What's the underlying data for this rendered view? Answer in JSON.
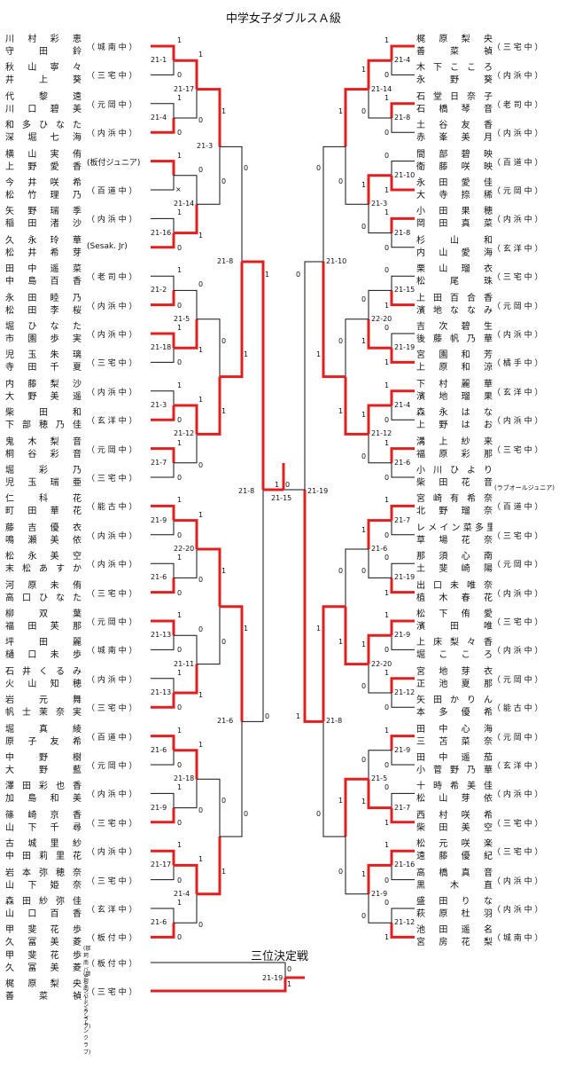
{
  "title": "中学女子ダブルスＡ級",
  "third_place_title": "三位決定戦",
  "left_entries": [
    {
      "names": [
        "川 村 彩 恵",
        "守 田 鈴"
      ],
      "team": "（ 城 南 中 ）"
    },
    {
      "names": [
        "秋 山 寧 々",
        "井 上 葵"
      ],
      "team": "（ 三 宅 中 ）"
    },
    {
      "names": [
        "代 黎 遠",
        "川 口 碧 美"
      ],
      "team": "（ 元 岡 中 ）"
    },
    {
      "names": [
        "和 多 ひ な た",
        "深 堀 七 海"
      ],
      "team": "（ 内 浜 中 ）"
    },
    {
      "names": [
        "横 山 実 侑",
        "上 野 愛 香"
      ],
      "team": "(板付ジュニア)"
    },
    {
      "names": [
        "今 井 咲 希",
        "松 竹 理 乃"
      ],
      "team": "（ 百 道 中 ）"
    },
    {
      "names": [
        "矢 野 瑞 季",
        "稲 田 渚 沙"
      ],
      "team": "（ 内 浜 中 ）"
    },
    {
      "names": [
        "久 永 玲 華",
        "松 井 希 芽"
      ],
      "team": "(Sesak. Jr)"
    },
    {
      "names": [
        "田 中 遥 菜",
        "中 島 百 香"
      ],
      "team": "（ 老 司 中 ）"
    },
    {
      "names": [
        "永 田 睦 乃",
        "松 田 李 桜"
      ],
      "team": "（ 内 浜 中 ）"
    },
    {
      "names": [
        "堀 ひ な た",
        "市 園 歩 実"
      ],
      "team": "（ 内 浜 中 ）"
    },
    {
      "names": [
        "児 玉 朱 璃",
        "寺 田 千 夏"
      ],
      "team": "（ 三 宅 中 ）"
    },
    {
      "names": [
        "内 藤 梨 沙",
        "大 野 美 遥"
      ],
      "team": "（ 内 浜 中 ）"
    },
    {
      "names": [
        "柴 田 和",
        "下 部 穂 乃 佳"
      ],
      "team": "（ 玄 洋 中 ）"
    },
    {
      "names": [
        "鬼 木 梨 音",
        "桐 谷 彩 音"
      ],
      "team": "（ 元 岡 中 ）"
    },
    {
      "names": [
        "堀 彩 乃",
        "児 玉 瑞 亜"
      ],
      "team": "（ 三 宅 中 ）"
    },
    {
      "names": [
        "仁 科 花",
        "町 田 華 花"
      ],
      "team": "（ 能 古 中 ）"
    },
    {
      "names": [
        "藤 吉 優 衣",
        "鳴 瀬 美 依"
      ],
      "team": "（ 内 浜 中 ）"
    },
    {
      "names": [
        "松 永 美 空",
        "末 松 あ す か"
      ],
      "team": "（ 内 浜 中 ）"
    },
    {
      "names": [
        "河 原 未 侑",
        "高 口 ひ な た"
      ],
      "team": "（ 三 宅 中 ）"
    },
    {
      "names": [
        "柳 双 葉",
        "福 田 芙 那"
      ],
      "team": "（ 元 岡 中 ）"
    },
    {
      "names": [
        "坪 田 麗",
        "樋 口 未 歩"
      ],
      "team": "（ 城 南 中 ）"
    },
    {
      "names": [
        "石 井 く る み",
        "火 山 知 穂"
      ],
      "team": "（ 内 浜 中 ）"
    },
    {
      "names": [
        "岩 元 舞",
        "帆 士 茉 奈 実"
      ],
      "team": "（ 三 宅 中 ）"
    },
    {
      "names": [
        "堀 真 綾",
        "原 子 友 希"
      ],
      "team": "（ 百 道 中 ）"
    },
    {
      "names": [
        "中 野 樹",
        "大 野 藍"
      ],
      "team": "（ 元 岡 中 ）"
    },
    {
      "names": [
        "澤 田 彩 也 香",
        "加 島 和 美"
      ],
      "team": "（ 内 浜 中 ）"
    },
    {
      "names": [
        "篠 崎 京 香",
        "山 下 千 尋"
      ],
      "team": "（ 三 宅 中 ）"
    },
    {
      "names": [
        "古 城 里 紗",
        "中 田 莉 里 花"
      ],
      "team": "（ 内 浜 中 ）"
    },
    {
      "names": [
        "岩 本 弥 穂 奈",
        "山 下 姫 奈"
      ],
      "team": "（ 三 宅 中 ）"
    },
    {
      "names": [
        "森 田 紗 弥 佳",
        "山 口 百 香"
      ],
      "team": "（ 玄 洋 中 ）"
    },
    {
      "names": [
        "甲 斐 花 歩",
        "久 冨 美 菱"
      ],
      "team": "（ 板 付 中 ）",
      "tiny": "(那珂南バドミントンクラブ)"
    }
  ],
  "right_entries": [
    {
      "names": [
        "梶 原 梨 央",
        "善 菜 禎"
      ],
      "team": "（ 三 宅 中 ）"
    },
    {
      "names": [
        "木 下 こ こ ろ",
        "永 野 葵"
      ],
      "team": "（ 内 浜 中 ）"
    },
    {
      "names": [
        "石 堂 日 奈 子",
        "石 橋 琴 音"
      ],
      "team": "（ 老 司 中 ）"
    },
    {
      "names": [
        "土 谷 友 香",
        "赤 峯 美 月"
      ],
      "team": "（ 内 浜 中 ）"
    },
    {
      "names": [
        "間 部 碧 映",
        "衛 藤 咲 映"
      ],
      "team": "（ 百 道 中 ）"
    },
    {
      "names": [
        "永 田 愛 佳",
        "大 寺 捺 稀"
      ],
      "team": "（ 元 岡 中 ）"
    },
    {
      "names": [
        "小 田 果 穂",
        "岡 田 真 菜"
      ],
      "team": "（ 内 浜 中 ）"
    },
    {
      "names": [
        "杉 山 和",
        "内 山 愛 海"
      ],
      "team": "（ 玄 洋 中 ）"
    },
    {
      "names": [
        "栗 山 瑠 衣",
        "松 尾 珠"
      ],
      "team": "（ 三 宅 中 ）"
    },
    {
      "names": [
        "上 田 百 合 香",
        "濱 地 な な み"
      ],
      "team": "（ 元 岡 中 ）"
    },
    {
      "names": [
        "吉 次 碧 生",
        "後 藤 帆 乃 華"
      ],
      "team": "（ 内 浜 中 ）"
    },
    {
      "names": [
        "宮 園 和 芳",
        "上 原 和 涼"
      ],
      "team": "（ 橘 手 中 ）"
    },
    {
      "names": [
        "下 村 麗 華",
        "濱 地 瑠 果"
      ],
      "team": "（ 玄 洋 中 ）"
    },
    {
      "names": [
        "森 永 は な",
        "上 野 は お"
      ],
      "team": "（ 内 浜 中 ）"
    },
    {
      "names": [
        "溝 上 紗 来",
        "福 原 彩 那"
      ],
      "team": "（ 三 宅 中 ）"
    },
    {
      "names": [
        "小 川 ひ よ り",
        "柴 田 花 音"
      ],
      "team": "(ラブオールジュニア)",
      "small_team": true
    },
    {
      "names": [
        "宮 崎 有 希 奈",
        "北 野 瑠 奈"
      ],
      "team": "（ 百 道 中 ）"
    },
    {
      "names": [
        "レ メ イ ン 菜 多 里",
        "草 場 花 奈"
      ],
      "team": "（ 三 宅 中 ）"
    },
    {
      "names": [
        "那 須 心 南",
        "土 斐 崎 陽"
      ],
      "team": "（ 元 岡 中 ）"
    },
    {
      "names": [
        "出 口 未 唯 奈",
        "植 木 春 花"
      ],
      "team": "（ 内 浜 中 ）"
    },
    {
      "names": [
        "松 下 侑 愛",
        "濱 田 唯"
      ],
      "team": "（ 三 宅 中 ）"
    },
    {
      "names": [
        "上 床 梨 々 香",
        "堀 こ こ ろ"
      ],
      "team": "（ 内 浜 中 ）"
    },
    {
      "names": [
        "宮 地 芽 衣",
        "正 池 夏 那"
      ],
      "team": "（ 元 岡 中 ）"
    },
    {
      "names": [
        "矢 田 か り ん",
        "本 多 優 希"
      ],
      "team": "（ 能 古 中 ）"
    },
    {
      "names": [
        "田 中 心 海",
        "三 苫 菜 奈"
      ],
      "team": "（ 元 岡 中 ）"
    },
    {
      "names": [
        "田 中 遥 茄",
        "小 菅 野 乃 華"
      ],
      "team": "（ 玄 洋 中 ）"
    },
    {
      "names": [
        "十 時 希 美 佳",
        "松 山 芽 依"
      ],
      "team": "（ 内 浜 中 ）"
    },
    {
      "names": [
        "西 村 咲 希",
        "柴 田 美 空"
      ],
      "team": "（ 三 宅 中 ）"
    },
    {
      "names": [
        "松 元 咲 楽",
        "遠 藤 優 紀"
      ],
      "team": "（ 三 宅 中 ）"
    },
    {
      "names": [
        "高 橋 真 音",
        "黒 木 直"
      ],
      "team": "（ 内 浜 中 ）"
    },
    {
      "names": [
        "盛 田 り な",
        "萩 原 杜 羽"
      ],
      "team": "（ 内 浜 中 ）"
    },
    {
      "names": [
        "池 田 遥 名",
        "宮 房 花 梨"
      ],
      "team": "（ 城 南 中 ）"
    }
  ],
  "third_place_entries": [
    {
      "names": [
        "甲 斐 花 歩",
        "久 冨 美 菱"
      ],
      "team": "（ 板 付 中 ）",
      "tiny": "(那珂南バドミントンクラブ)"
    },
    {
      "names": [
        "梶 原 梨 央",
        "善 菜 禎"
      ],
      "team": "（ 三 宅 中 ）"
    }
  ],
  "scores": {
    "l_r1": [
      "21-1",
      "21-4",
      "21-16",
      "21-2",
      "21-18",
      "21-3",
      "21-7",
      "21-9",
      "21-6",
      "21-13",
      "21-13",
      "21-6",
      "21-9",
      "21-17",
      "21-6",
      "21-17",
      "21-14",
      "21-5",
      "21-12",
      "22-20",
      "21-11",
      "21-18",
      "21-4",
      "21-3"
    ],
    "l_r3": [
      "21-8",
      "21-6"
    ],
    "r_r1": [
      "21-4",
      "21-8",
      "21-10",
      "21-8",
      "21-15",
      "21-19",
      "21-4",
      "21-6",
      "21-7",
      "21-19",
      "21-9",
      "21-12",
      "21-9",
      "21-7",
      "21-16",
      "21-12",
      "21-14",
      "21-3",
      "22-20",
      "21-12",
      "21-6",
      "22-20",
      "21-5",
      "21-9"
    ],
    "r_r3": [
      "21-10",
      "21-8"
    ],
    "final_left": "21-8",
    "final_mid": "21-15",
    "final_right": "21-19",
    "third_place": "21-19"
  },
  "marks": {
    "one": "1",
    "zero": "0",
    "bye": "×"
  }
}
